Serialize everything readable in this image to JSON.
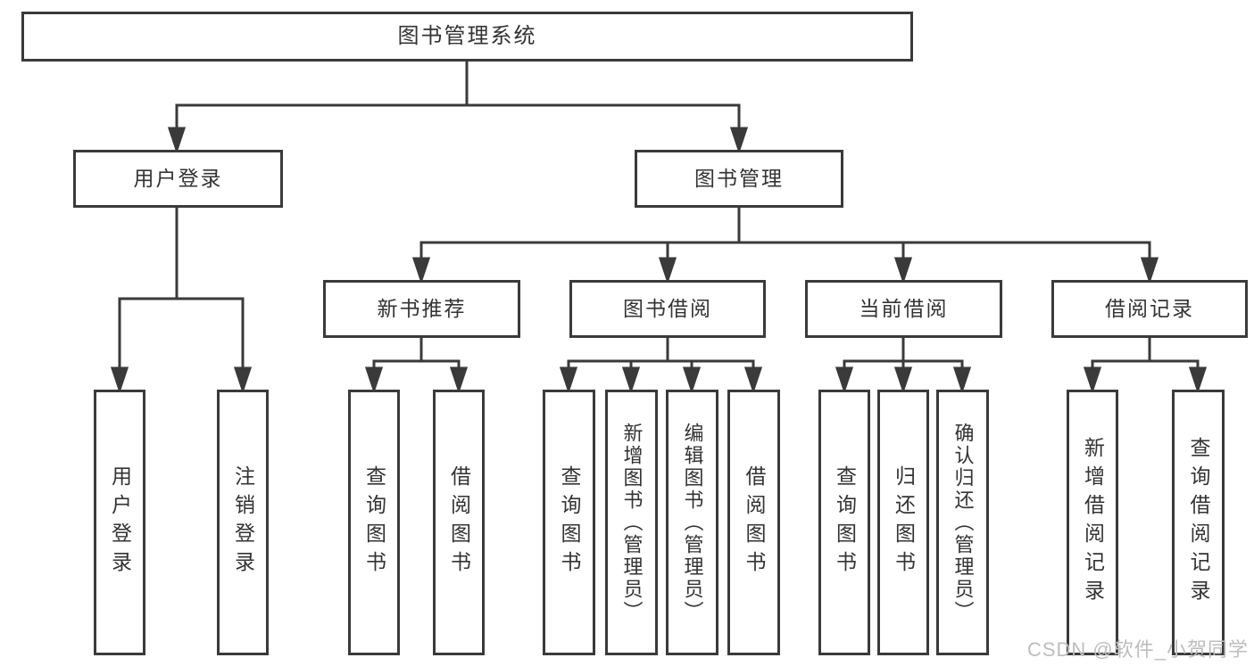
{
  "diagram": {
    "title_node": "图书管理系统",
    "level2": {
      "user_login": "用户登录",
      "book_mgmt": "图书管理"
    },
    "level3": [
      "新书推荐",
      "图书借阅",
      "当前借阅",
      "借阅记录"
    ],
    "leaves_user": [
      "用户登录",
      "注销登录"
    ],
    "leaves_recommend": [
      "查询图书",
      "借阅图书"
    ],
    "leaves_borrow": [
      "查询图书",
      "新增图书（管理员）",
      "编辑图书（管理员）",
      "借阅图书"
    ],
    "leaves_current": [
      "查询图书",
      "归还图书",
      "确认归还（管理员）"
    ],
    "leaves_record": [
      "新增借阅记录",
      "查询借阅记录"
    ]
  },
  "watermark": {
    "text": "CSDN @软件_小贺同学",
    "color": "#bdbdbd"
  },
  "colors": {
    "background": "#ffffff",
    "line": "#3a3a3a",
    "box_border": "#3a3a3a",
    "text": "#333333"
  }
}
